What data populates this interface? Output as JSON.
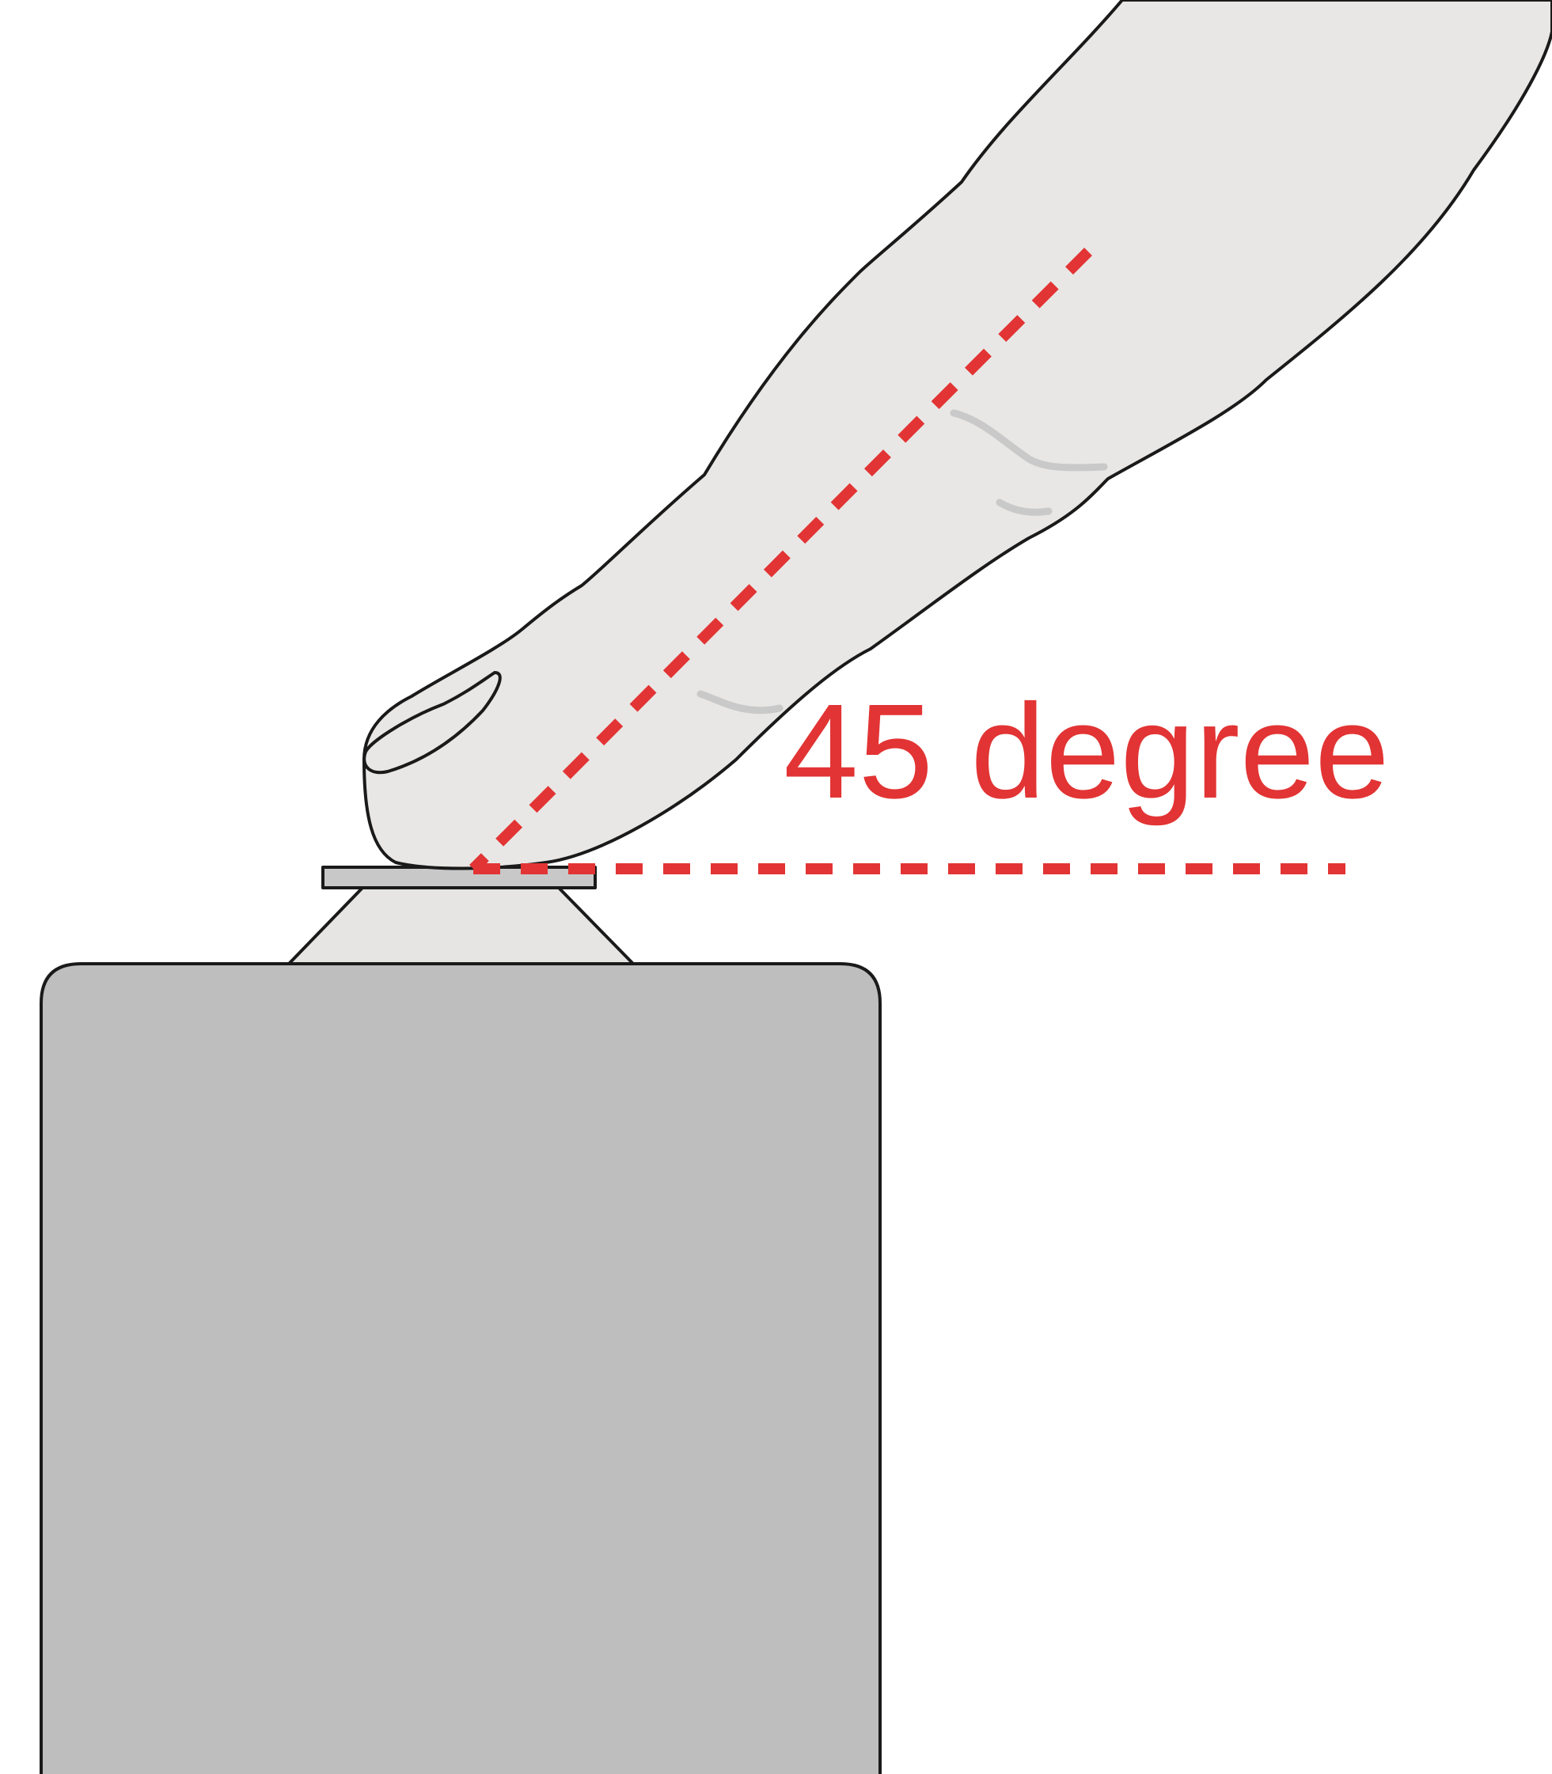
{
  "annotation": {
    "angle_label": "45 degree"
  },
  "colors": {
    "finger_fill": "#e8e7e5",
    "device_fill": "#bebebe",
    "sensor_plate_fill": "#c8c8c8",
    "mount_fill": "#e6e5e3",
    "outline": "#1a1a1a",
    "crease": "#c9c9c9",
    "angle_marker": "#e23434"
  },
  "icons": {
    "finger": "finger-icon",
    "device": "fingerprint-scanner-body",
    "sensor": "sensor-plate"
  }
}
